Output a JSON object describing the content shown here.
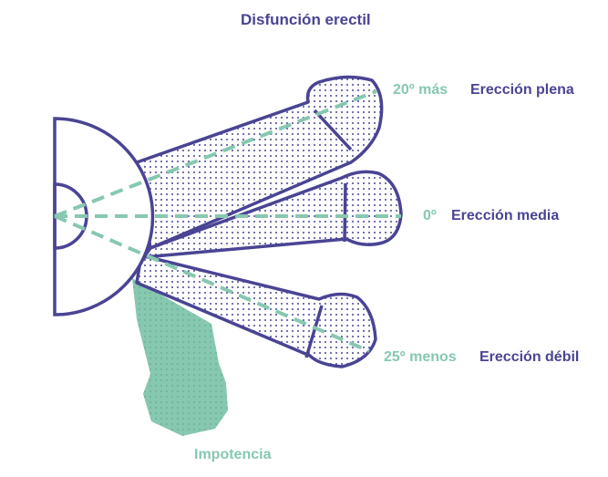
{
  "title": "Disfunción erectil",
  "colors": {
    "primary": "#4a4494",
    "accent": "#86c8b0"
  },
  "levels": [
    {
      "angle": "20º más",
      "label": "Erección plena"
    },
    {
      "angle": "0º",
      "label": "Erección media"
    },
    {
      "angle": "25º menos",
      "label": "Erección débil"
    }
  ],
  "flaccid_label": "Impotencia"
}
